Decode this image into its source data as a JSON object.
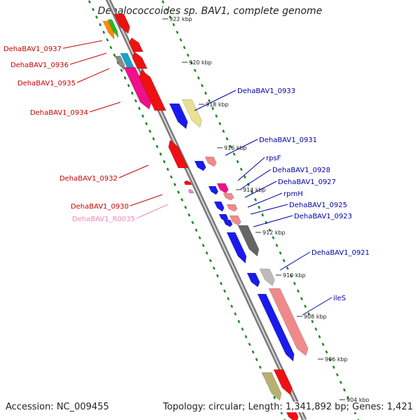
{
  "title": "Dehalococcoides sp. BAV1, complete genome",
  "footer": {
    "accession": "Accession: NC_009455",
    "topology": "Topology: circular; Length: 1,341,892 bp; Genes: 1,421"
  },
  "colors": {
    "label_minus": "#cc0000",
    "label_plus": "#0000aa",
    "label_rna": "#ee88bb",
    "backbone": "#7a7a7a",
    "tick": "#1e8a1e"
  },
  "ticks": [
    "922 kbp",
    "920 kbp",
    "918 kbp",
    "916 kbp",
    "914 kbp",
    "912 kbp",
    "910 kbp",
    "908 kbp",
    "906 kbp",
    "904 kbp"
  ],
  "labels_left": [
    {
      "name": "DehaBAV1_0937"
    },
    {
      "name": "DehaBAV1_0936"
    },
    {
      "name": "DehaBAV1_0935"
    },
    {
      "name": "DehaBAV1_0934"
    },
    {
      "name": "DehaBAV1_0932"
    },
    {
      "name": "DehaBAV1_0930"
    },
    {
      "name": "DehaBAV1_R0035"
    }
  ],
  "labels_right": [
    {
      "name": "DehaBAV1_0933"
    },
    {
      "name": "DehaBAV1_0931"
    },
    {
      "name": "rpsF"
    },
    {
      "name": "DehaBAV1_0928"
    },
    {
      "name": "DehaBAV1_0927"
    },
    {
      "name": "rpmH"
    },
    {
      "name": "DehaBAV1_0925"
    },
    {
      "name": "DehaBAV1_0923"
    },
    {
      "name": "DehaBAV1_0921"
    },
    {
      "name": "ileS"
    }
  ]
}
